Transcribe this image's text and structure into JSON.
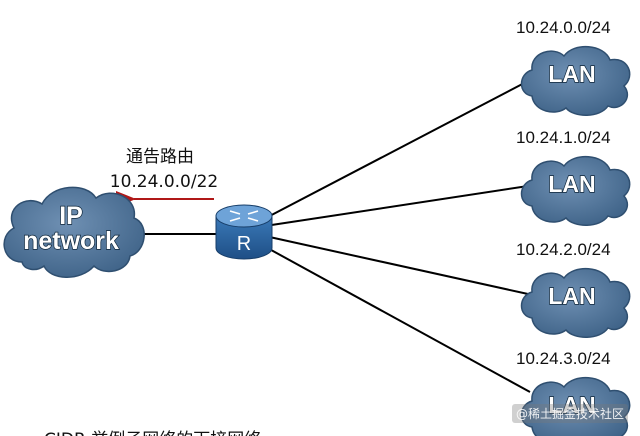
{
  "advertisement": {
    "label": "通告路由",
    "route": "10.24.0.0/22"
  },
  "ip_network": {
    "line1": "IP",
    "line2": "network"
  },
  "router": {
    "label": "R"
  },
  "lans": [
    {
      "subnet": "10.24.0.0/24",
      "label": "LAN"
    },
    {
      "subnet": "10.24.1.0/24",
      "label": "LAN"
    },
    {
      "subnet": "10.24.2.0/24",
      "label": "LAN"
    },
    {
      "subnet": "10.24.3.0/24",
      "label": "LAN"
    }
  ],
  "caption": "CIDR 举例子网络的下接网络",
  "watermark": "@稀土掘金技术社区",
  "colors": {
    "cloud": "#4d7196",
    "router": "#3d77b5",
    "arrow": "#b01818"
  }
}
